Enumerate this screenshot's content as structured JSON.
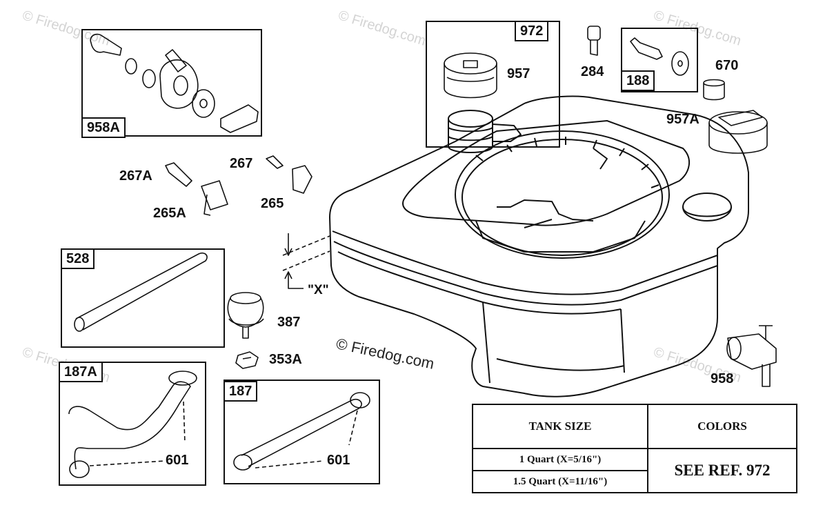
{
  "watermarks": {
    "tl": "© Firedog.com",
    "tc": "© Firedog.com",
    "tr": "© Firedog.com",
    "ml": "© Firedog.com",
    "mr": "© Firedog.com",
    "center": "© Firedog.com"
  },
  "callouts": {
    "boxed": [
      "958A",
      "972",
      "188",
      "528",
      "187A",
      "187"
    ],
    "labels": [
      "957",
      "284",
      "670",
      "957A",
      "267",
      "267A",
      "265",
      "265A",
      "387",
      "353A",
      "958",
      "601",
      "601"
    ],
    "dimension": "\"X\""
  },
  "table": {
    "header_size": "TANK SIZE",
    "header_colors": "COLORS",
    "row1": "1 Quart (X=5/16\")",
    "row2": "1.5 Quart (X=11/16\")",
    "colors_value": "SEE REF. 972"
  }
}
